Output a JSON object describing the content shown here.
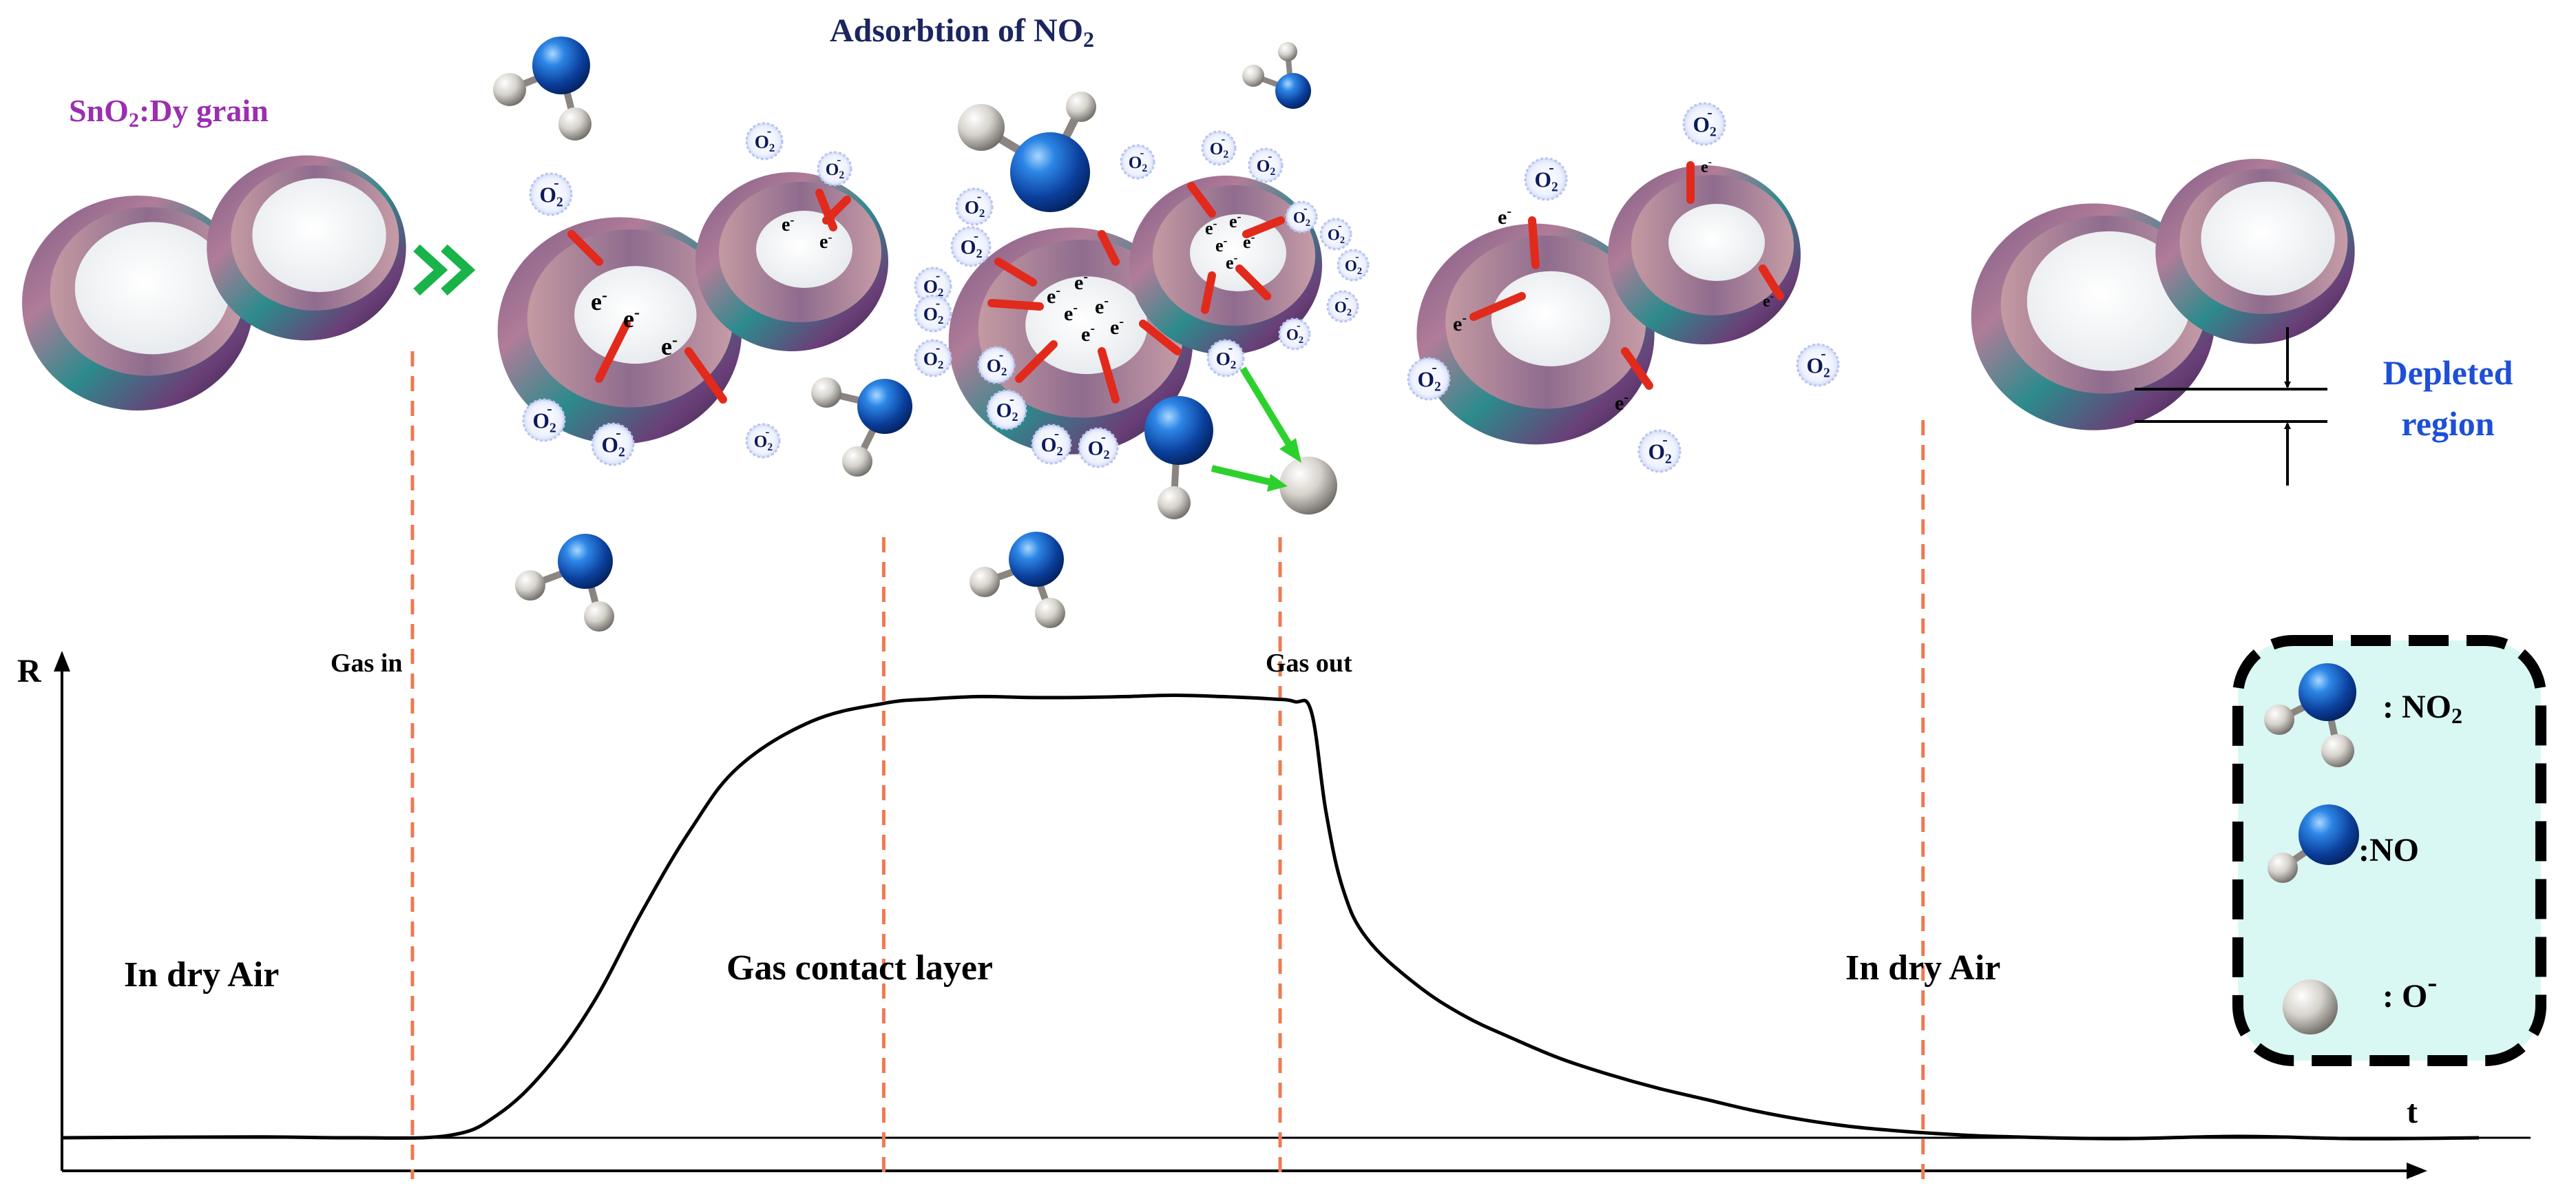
{
  "labels": {
    "title": "Adsorbtion of NO",
    "title_sub": "2",
    "grain_label": "SnO",
    "grain_label_sub": "2",
    "grain_label_rest": ":Dy grain",
    "depleted_line1": "Depleted",
    "depleted_line2": "region",
    "axis_r": "R",
    "axis_t": "t",
    "gas_in": "Gas in",
    "gas_out": "Gas out",
    "phase_air_1": "In dry Air",
    "phase_contact": "Gas contact layer",
    "phase_air_2": "In dry Air",
    "electron": "e",
    "electron_sup": "-",
    "oxygen": "O",
    "oxygen_sub": "2",
    "oxygen_sup": "-"
  },
  "legend": {
    "no2": ": NO",
    "no2_sub": "2",
    "no": ":NO",
    "o": ": O",
    "o_sup": "-"
  },
  "colors": {
    "title": "#1b2560",
    "grain_label": "#9b2fb0",
    "depleted": "#1e4fd6",
    "dashed_line": "#ee7a52",
    "red_arrow": "#e12a1c",
    "green_arrow": "#2dd12d",
    "chevron": "#19b34a",
    "legend_bg": "#d9f7f3",
    "curve": "#000000"
  },
  "chart_data": {
    "type": "line",
    "title": "",
    "xlabel": "t",
    "ylabel": "R",
    "series": [
      {
        "name": "",
        "x": [
          0,
          8,
          12,
          16,
          18,
          20,
          22,
          24,
          26,
          28,
          31,
          34,
          36,
          38,
          40,
          42,
          44,
          46,
          48,
          50,
          51,
          51.7,
          52.3,
          53,
          54,
          56,
          58,
          60,
          62,
          64,
          66,
          68,
          70,
          72,
          74,
          76,
          78,
          80,
          85,
          90,
          95,
          100
        ],
        "y": [
          0,
          0.2,
          0,
          0.5,
          5,
          15,
          30,
          50,
          68,
          82,
          92,
          96,
          97,
          97.5,
          97.3,
          97.3,
          97.5,
          97.8,
          97.5,
          97,
          96.4,
          94,
          72,
          55,
          44,
          34,
          27,
          22,
          17.5,
          14,
          11,
          8.5,
          6,
          4,
          2.5,
          1.5,
          0.8,
          0.3,
          -0.2,
          0.3,
          -0.2,
          0
        ]
      }
    ],
    "markers": [
      {
        "label": "Gas in",
        "x": 14.5
      },
      {
        "label": "",
        "x": 34
      },
      {
        "label": "Gas out",
        "x": 50.4
      },
      {
        "label": "",
        "x": 77
      }
    ]
  }
}
